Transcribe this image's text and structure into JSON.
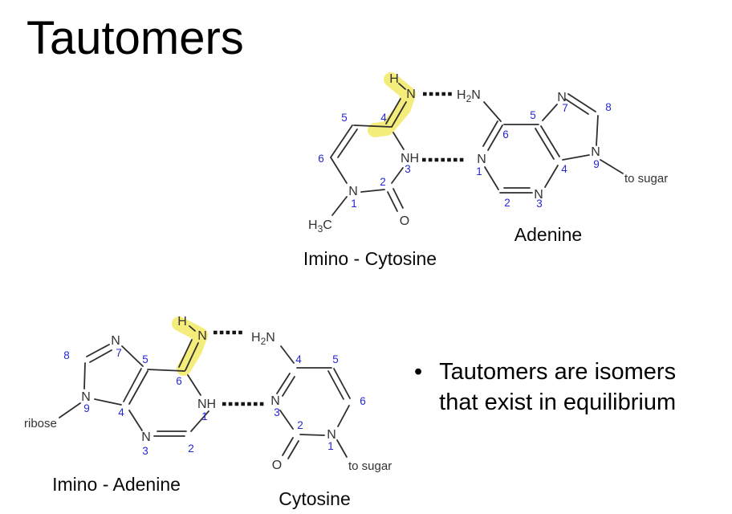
{
  "title": "Tautomers",
  "bullet": {
    "marker": "•",
    "line1": "Tautomers are isomers",
    "line2": "that exist in equilibrium"
  },
  "labels": {
    "top_left": "Imino - Cytosine",
    "top_right": "Adenine",
    "bottom_left": "Imino - Adenine",
    "bottom_right": "Cytosine"
  },
  "colors": {
    "background": "#ffffff",
    "bond": "#2f2f2f",
    "atom_text": "#333333",
    "number_blue": "#2626d2",
    "highlight_yellow": "#f3eb6e",
    "text": "#000000"
  },
  "imino_cytosine": {
    "imino_h": "H",
    "imino_n": "N",
    "n3": "NH",
    "n1": "N",
    "o": "O",
    "methyl": {
      "base": "H",
      "sub": "3",
      "tail": "C"
    },
    "nums": {
      "1": "1",
      "2": "2",
      "3": "3",
      "4": "4",
      "5": "5",
      "6": "6"
    }
  },
  "adenine": {
    "amino": {
      "base": "H",
      "sub": "2",
      "tail": "N"
    },
    "n1": "N",
    "n3": "N",
    "n7": "N",
    "n9": "N",
    "sugar": "to sugar",
    "nums": {
      "1": "1",
      "2": "2",
      "3": "3",
      "4": "4",
      "5": "5",
      "6": "6",
      "7": "7",
      "8": "8",
      "9": "9"
    }
  },
  "imino_adenine": {
    "imino_h": "H",
    "imino_n": "N",
    "n1": "NH",
    "n3": "N",
    "n7": "N",
    "n9": "N",
    "ribose": "ribose",
    "nums": {
      "1": "1",
      "2": "2",
      "3": "3",
      "4": "4",
      "5": "5",
      "6": "6",
      "7": "7",
      "8": "8",
      "9": "9"
    }
  },
  "cytosine": {
    "amino": {
      "base": "H",
      "sub": "2",
      "tail": "N"
    },
    "n1": "N",
    "n3": "N",
    "o": "O",
    "sugar": "to sugar",
    "nums": {
      "1": "1",
      "2": "2",
      "3": "3",
      "4": "4",
      "5": "5",
      "6": "6"
    }
  }
}
